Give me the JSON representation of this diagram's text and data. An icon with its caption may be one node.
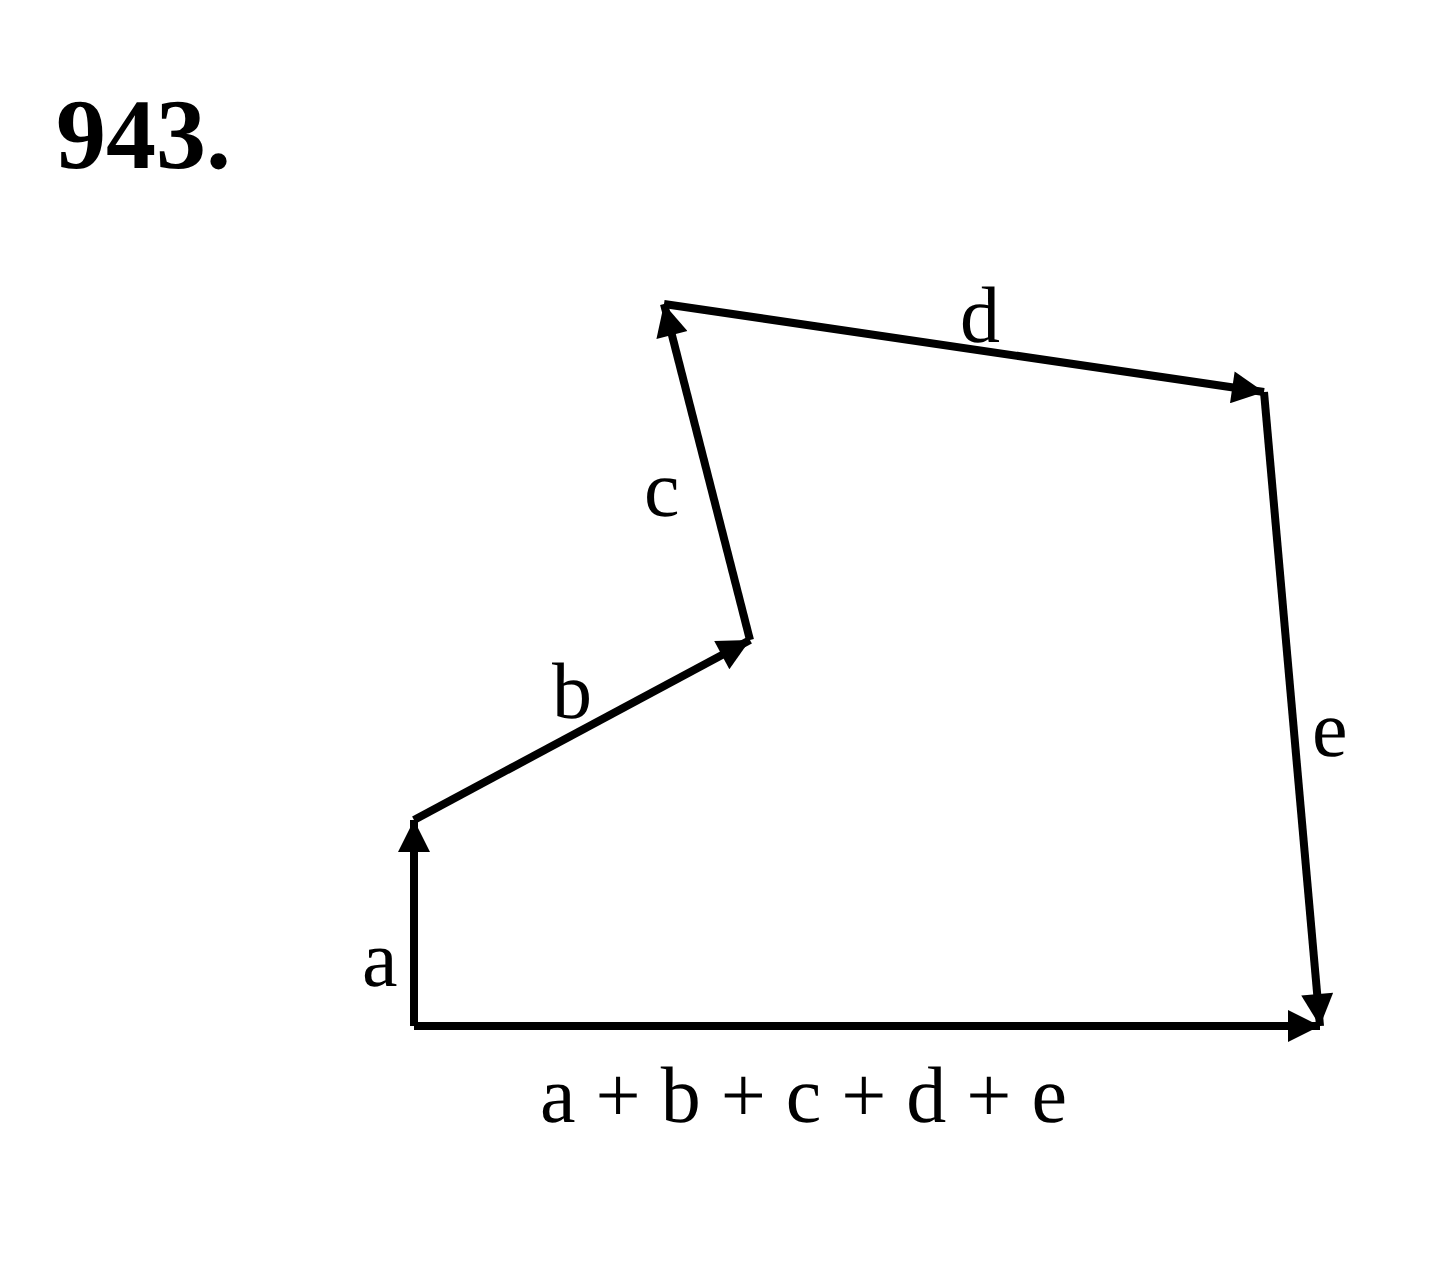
{
  "diagram": {
    "title": "943.",
    "labels": [
      "d",
      "c",
      "b",
      "e",
      "a",
      "a + b + c + d + e"
    ]
  }
}
